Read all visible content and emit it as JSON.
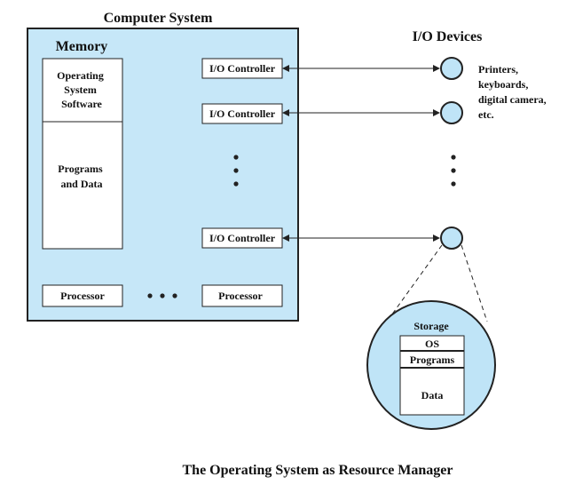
{
  "computer_system": {
    "title": "Computer System",
    "memory_label": "Memory",
    "os_software_lines": [
      "Operating",
      "System",
      "Software"
    ],
    "programs_data_lines": [
      "Programs",
      "and Data"
    ],
    "io_controllers": [
      "I/O Controller",
      "I/O Controller",
      "I/O Controller"
    ],
    "processors": [
      "Processor",
      "Processor"
    ]
  },
  "io_devices": {
    "title": "I/O Devices",
    "examples_lines": [
      "Printers,",
      "keyboards,",
      "digital camera,",
      "etc."
    ]
  },
  "storage": {
    "title": "Storage",
    "os_label": "OS",
    "programs_label": "Programs",
    "data_label": "Data"
  },
  "caption": "The Operating System as Resource Manager",
  "colors": {
    "system_fill": "#c6e7f8",
    "device_fill": "#bfe4f7",
    "box_fill": "#ffffff",
    "stroke": "#222222"
  }
}
